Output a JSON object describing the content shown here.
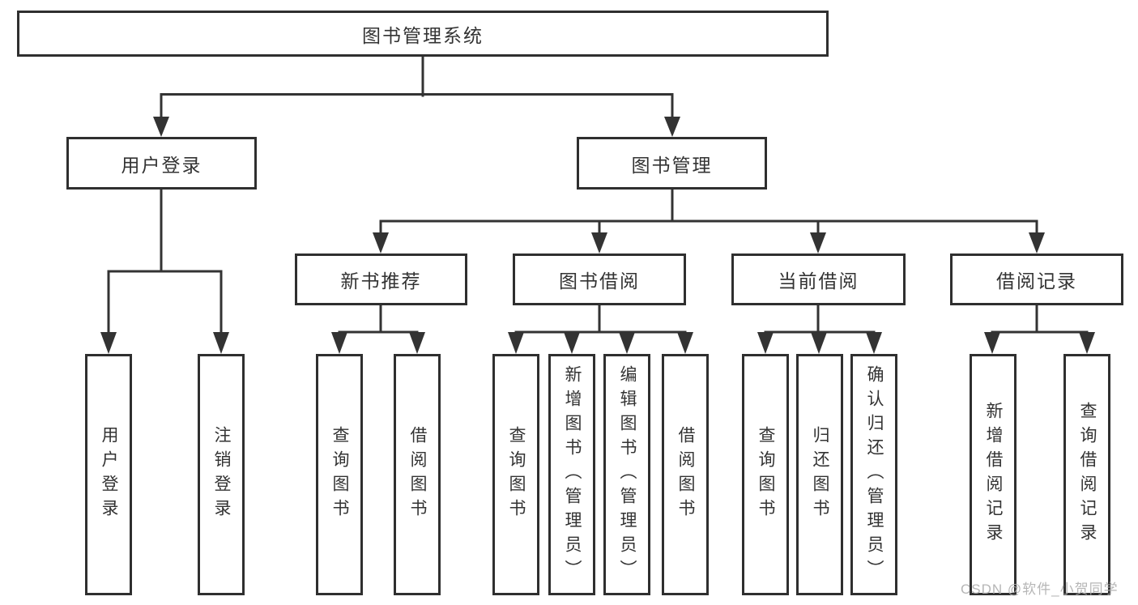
{
  "tree": {
    "root": {
      "label": "图书管理系统"
    },
    "branches": [
      {
        "label": "用户登录",
        "children": [
          {
            "label": "用户登录"
          },
          {
            "label": "注销登录"
          }
        ]
      },
      {
        "label": "图书管理",
        "children": [
          {
            "label": "新书推荐",
            "children": [
              {
                "label": "查询图书"
              },
              {
                "label": "借阅图书"
              }
            ]
          },
          {
            "label": "图书借阅",
            "children": [
              {
                "label": "查询图书"
              },
              {
                "label": "新增图书（管理员）"
              },
              {
                "label": "编辑图书（管理员）"
              },
              {
                "label": "借阅图书"
              }
            ]
          },
          {
            "label": "当前借阅",
            "children": [
              {
                "label": "查询图书"
              },
              {
                "label": "归还图书"
              },
              {
                "label": "确认归还（管理员）"
              }
            ]
          },
          {
            "label": "借阅记录",
            "children": [
              {
                "label": "新增借阅记录"
              },
              {
                "label": "查询借阅记录"
              }
            ]
          }
        ]
      }
    ]
  },
  "watermark": {
    "text": "CSDN @软件_小贺同学"
  },
  "colors": {
    "line": "#333333",
    "box_border": "#2f2f2f",
    "text": "#333333",
    "watermark": "#aeaeae",
    "background": "#ffffff"
  }
}
